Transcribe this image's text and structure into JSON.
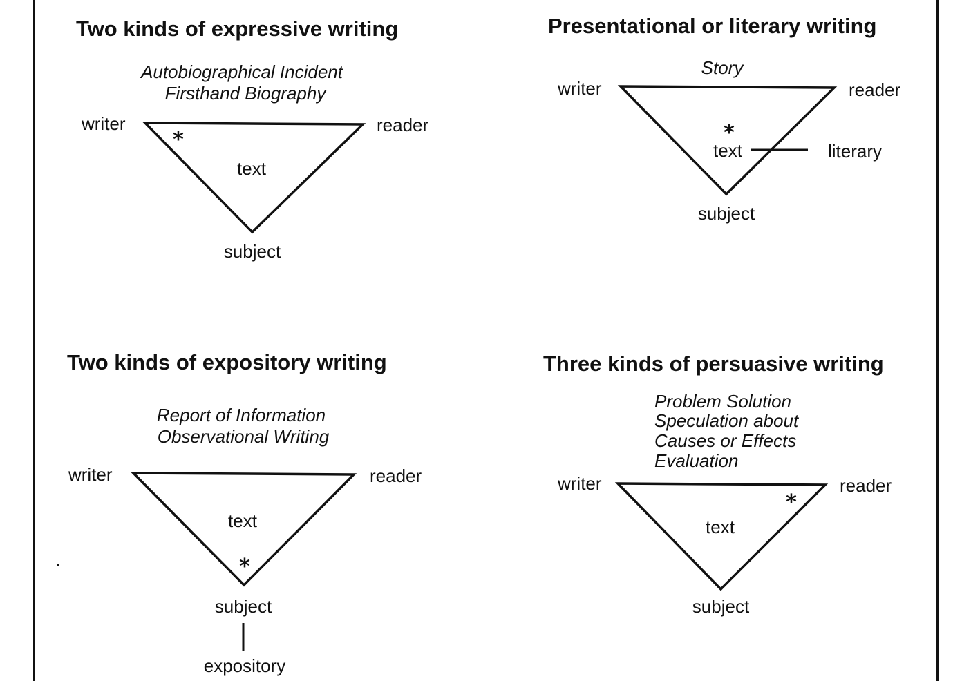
{
  "panels": {
    "expressive": {
      "title": "Two kinds of expressive writing",
      "genres": [
        "Autobiographical Incident",
        "Firsthand Biography"
      ],
      "writer": "writer",
      "reader": "reader",
      "text": "text",
      "subject": "subject",
      "emphasis_mark": "*"
    },
    "literary": {
      "title": "Presentational or literary writing",
      "genres": [
        "Story"
      ],
      "writer": "writer",
      "reader": "reader",
      "text": "text",
      "subject": "subject",
      "emphasis_mark": "*",
      "side_label": "literary"
    },
    "expository": {
      "title": "Two kinds of expository writing",
      "genres": [
        "Report of Information",
        "Observational Writing"
      ],
      "writer": "writer",
      "reader": "reader",
      "text": "text",
      "subject": "subject",
      "emphasis_mark": "*",
      "side_label": "expository"
    },
    "persuasive": {
      "title": "Three kinds of persuasive writing",
      "genres": [
        "Problem Solution",
        "Speculation about",
        "Causes or Effects",
        "Evaluation"
      ],
      "writer": "writer",
      "reader": "reader",
      "text": "text",
      "subject": "subject",
      "emphasis_mark": "*"
    }
  },
  "colors": {
    "ink": "#111111",
    "paper": "#ffffff"
  }
}
